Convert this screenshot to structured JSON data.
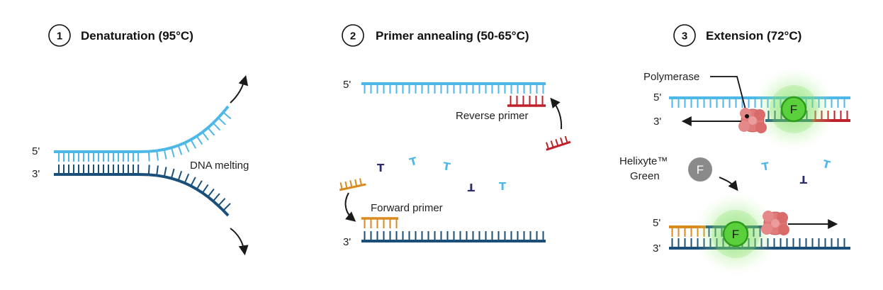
{
  "colors": {
    "strand_light": "#4db8e8",
    "strand_dark": "#1a4f7a",
    "reverse_primer": "#c0202a",
    "forward_primer": "#d98a1e",
    "polymerase": "#e07b7b",
    "dye_green": "#5ad13c",
    "dye_grey": "#8a8a8a",
    "arrow": "#1a1a1a"
  },
  "panels": [
    {
      "number": "1",
      "title": "Denaturation  (95°C)",
      "labels": {
        "five_prime": "5'",
        "three_prime": "3'",
        "process": "DNA melting"
      }
    },
    {
      "number": "2",
      "title": "Primer annealing (50-65°C)",
      "labels": {
        "five_prime": "5'",
        "three_prime": "3'",
        "reverse_primer": "Reverse primer",
        "forward_primer": "Forward primer"
      },
      "nucleotides": [
        "T",
        "T",
        "T",
        "T",
        "T"
      ]
    },
    {
      "number": "3",
      "title": "Extension (72°C)",
      "labels": {
        "polymerase": "Polymerase",
        "five_prime_top": "5'",
        "three_prime_top": "3'",
        "five_prime_bottom": "5'",
        "three_prime_bottom": "3'",
        "dye_name_line1": "Helixyte™",
        "dye_name_line2": "Green",
        "dye_letter": "F"
      },
      "nucleotides": [
        "T",
        "T",
        "T"
      ]
    }
  ]
}
